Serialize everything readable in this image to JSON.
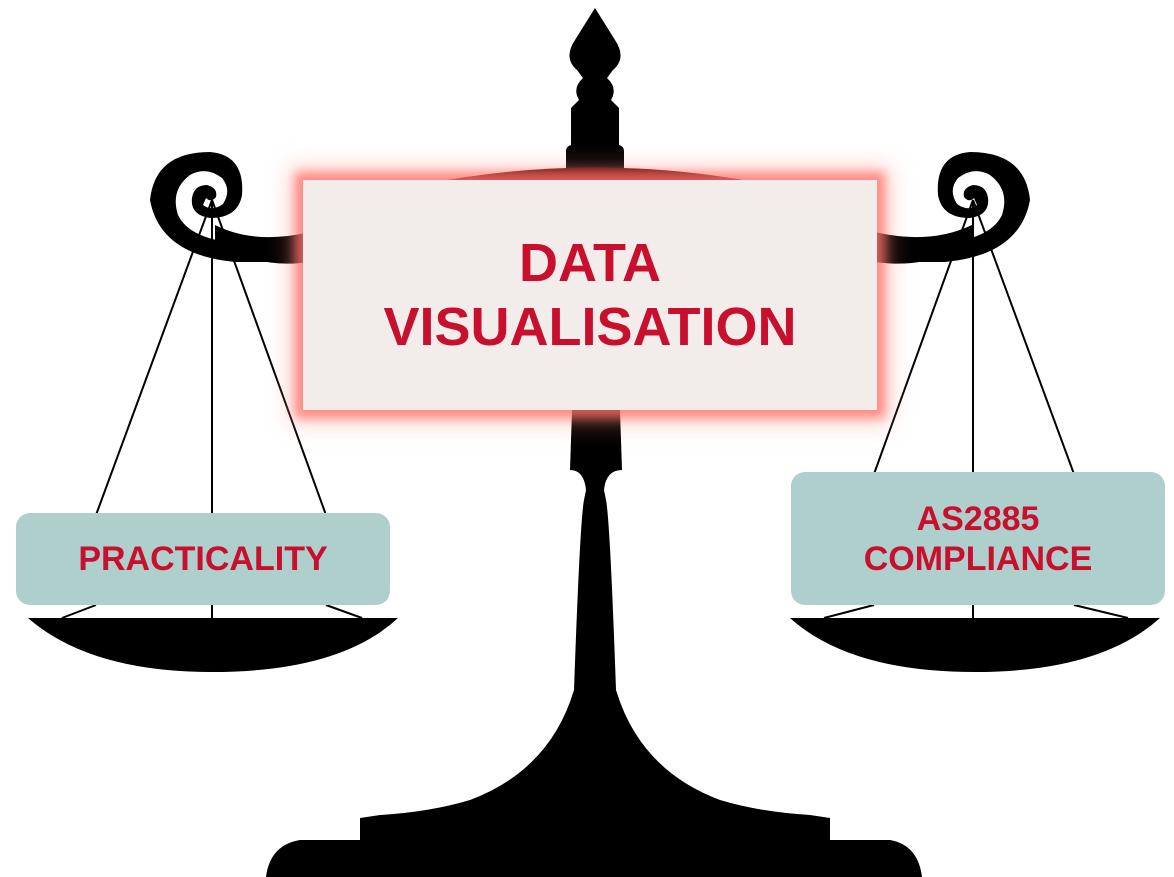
{
  "title": {
    "text": "DATA\nVISUALISATION"
  },
  "left_pan": {
    "label": "PRACTICALITY"
  },
  "right_pan": {
    "label": "AS2885\nCOMPLIANCE"
  },
  "colors": {
    "scale": "#000000",
    "beam_dome": "#4a0000",
    "title_background": "#f2ecea",
    "title_glow": "#ff6e64",
    "label_background": "#aecfcb",
    "text": "#c8102e"
  },
  "icons": {
    "scale": "balance-scale-silhouette"
  }
}
